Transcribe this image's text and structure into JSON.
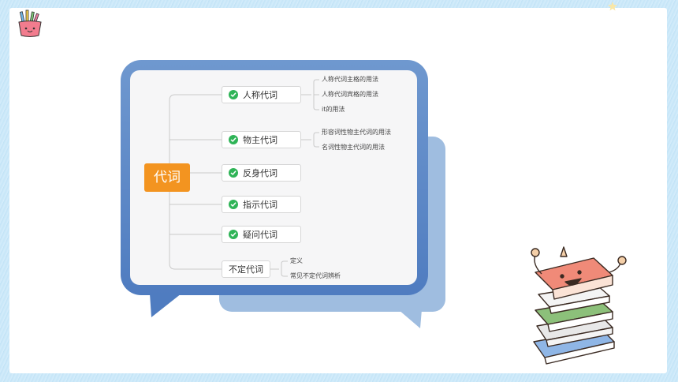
{
  "diagram": {
    "root": "代词",
    "branches": [
      {
        "label": "人称代词",
        "children": [
          "人称代词主格的用法",
          "人称代词宾格的用法",
          "it的用法"
        ]
      },
      {
        "label": "物主代词",
        "children": [
          "形容词性物主代词的用法",
          "名词性物主代词的用法"
        ]
      },
      {
        "label": "反身代词",
        "children": []
      },
      {
        "label": "指示代词",
        "children": []
      },
      {
        "label": "疑问代词",
        "children": []
      },
      {
        "label": "不定代词",
        "children": [
          "定义",
          "常见不定代词辨析"
        ]
      }
    ]
  },
  "icons": {
    "check": "check-circle-icon",
    "decor_top_left": "pencil-cup-icon",
    "decor_bottom_right": "book-stack-character"
  },
  "colors": {
    "root": "#f39420",
    "check": "#2fb457",
    "bubble": "#5a86c6",
    "bubble_shadow": "#9fbde0",
    "background": "#c6e6f8"
  }
}
